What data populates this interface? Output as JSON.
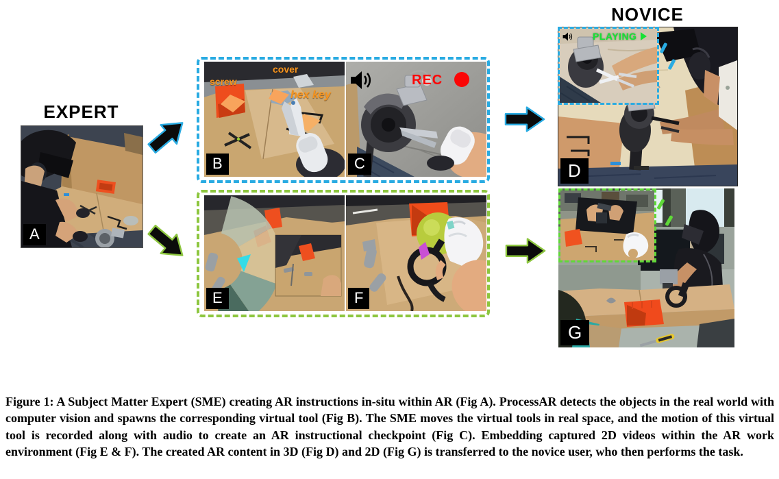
{
  "roles": {
    "expert": "EXPERT",
    "novice": "NOVICE"
  },
  "panels": {
    "a": {
      "tag": "A"
    },
    "b": {
      "tag": "B",
      "label_screw": "screw",
      "label_cover": "cover",
      "label_hex_key": "hex key"
    },
    "c": {
      "tag": "C",
      "rec": "REC"
    },
    "d": {
      "tag": "D",
      "playing": "PLAYING"
    },
    "e": {
      "tag": "E"
    },
    "f": {
      "tag": "F"
    },
    "g": {
      "tag": "G"
    }
  },
  "colors": {
    "detection_box_blue": "#29abe2",
    "embed_box_green": "#8dc63f",
    "inset_green": "#5fd938",
    "annotation_orange": "#f7941d",
    "rec_red": "#fb0606",
    "playing_green": "#17e234"
  },
  "caption": {
    "text": "Figure 1: A Subject Matter Expert (SME) creating AR instructions in-situ within AR (Fig A). ProcessAR detects the objects in the real world with computer vision and spawns the corresponding virtual tool (Fig B). The SME moves the virtual tools in real space, and the motion of this virtual tool is recorded along with audio to create an AR instructional checkpoint (Fig C). Embedding captured 2D videos within the AR work environment (Fig E & F). The created AR content in 3D (Fig D) and 2D (Fig G) is transferred to the novice user, who then performs the task."
  }
}
